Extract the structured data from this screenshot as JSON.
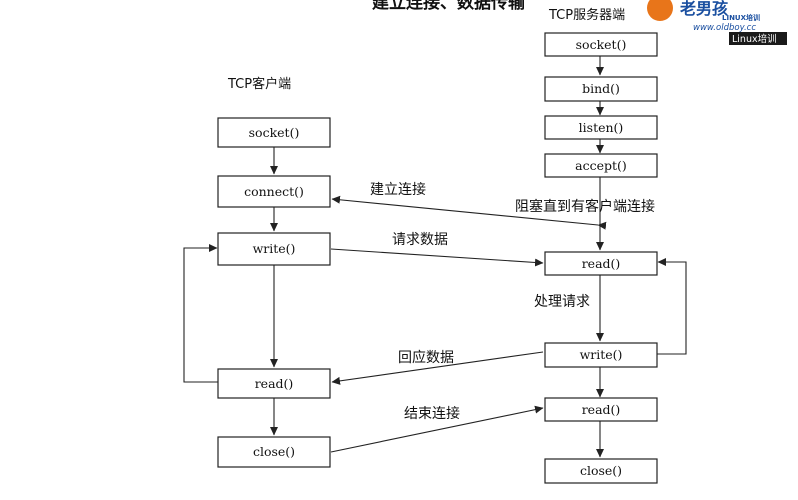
{
  "header": {
    "cutoff_title": "建立连接、数据传输"
  },
  "logo": {
    "brand": "老男孩",
    "sub": "LINUX培训",
    "url": "www.oldboy.cc",
    "badge": "Linux培训",
    "accent": "#1a4fa0",
    "orange": "#e8751a"
  },
  "client": {
    "title": "TCP客户端",
    "steps": [
      "socket()",
      "connect()",
      "write()",
      "read()",
      "close()"
    ]
  },
  "server": {
    "title": "TCP服务器端",
    "steps": [
      "socket()",
      "bind()",
      "listen()",
      "accept()",
      "read()",
      "write()",
      "read()",
      "close()"
    ]
  },
  "annotations": {
    "establish": "建立连接",
    "block": "阻塞直到有客户端连接",
    "request": "请求数据",
    "process": "处理请求",
    "reply": "回应数据",
    "finish": "结束连接"
  }
}
